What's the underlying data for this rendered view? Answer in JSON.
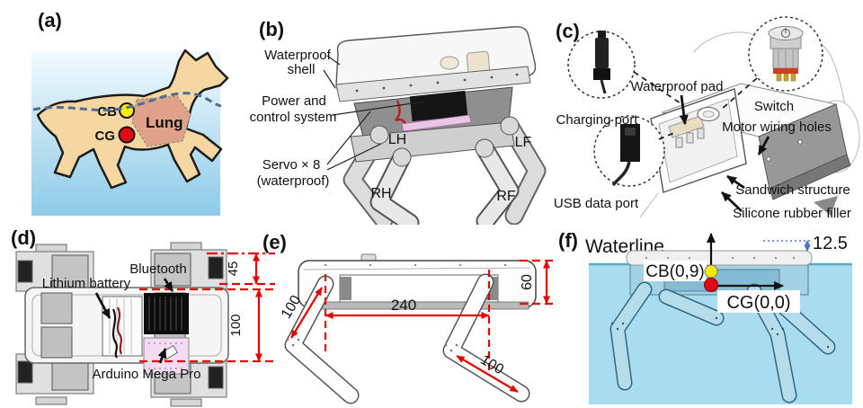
{
  "panels": {
    "a": {
      "tag": "(a)",
      "cb": "CB",
      "cg": "CG",
      "lung": "Lung"
    },
    "b": {
      "tag": "(b)",
      "waterproof_shell_line1": "Waterproof",
      "waterproof_shell_line2": "shell",
      "power_line1": "Power and",
      "power_line2": "control system",
      "servo_line1": "Servo × 8",
      "servo_line2": "(waterproof)",
      "leg_lh": "LH",
      "leg_lf": "LF",
      "leg_rh": "RH",
      "leg_rf": "RF"
    },
    "c": {
      "tag": "(c)",
      "charging_port": "Charging port",
      "usb_data_port": "USB data port",
      "waterproof_pad": "Waterproof pad",
      "switch_label": "Switch",
      "motor_wiring_holes": "Motor wiring holes",
      "sandwich_structure": "Sandwich structure",
      "silicone_rubber_filler": "Silicone rubber filler"
    },
    "d": {
      "tag": "(d)",
      "bluetooth": "Bluetooth",
      "lithium_battery": "Lithium battery",
      "arduino": "Arduino Mega Pro",
      "dim_height_45": "45",
      "dim_width_100": "100"
    },
    "e": {
      "tag": "(e)",
      "dim_upper_leg": "100",
      "dim_body_length": "240",
      "dim_lower_leg": "100",
      "dim_body_height": "60"
    },
    "f": {
      "tag": "(f)",
      "waterline": "Waterline",
      "dim_freeboard": "12.5",
      "cb_coord": "CB(0,9)",
      "cg_coord": "CG(0,0)"
    }
  },
  "colors": {
    "dimension_red": "#e60000",
    "water_light": "#f2fafd",
    "water_deep": "#8dcbe9",
    "water_pool": "#aadcef",
    "dog_body": "#f6d7a2",
    "lung": "#dfa189",
    "cb_yellow": "#ffee00",
    "cg_red": "#e30613",
    "annotation_black": "#111111"
  }
}
